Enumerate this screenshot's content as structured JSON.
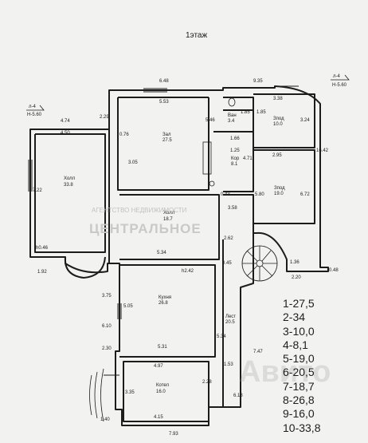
{
  "title": "1этаж",
  "markers": {
    "left": {
      "top": "л-4",
      "bottom": "Н-5.60"
    },
    "right": {
      "top": "л-4",
      "bottom": "Н-5.60"
    }
  },
  "watermark": {
    "top": "АГЕНТСТВО НЕДВИЖИМОСТИ",
    "main": "ЦЕНТРАЛЬНОЕ",
    "corner": "Авито"
  },
  "rooms": [
    {
      "id": "r-bath",
      "name": "Ван",
      "area": "3.4"
    },
    {
      "id": "r-hall-top",
      "name": "Зал",
      "area": "27.5"
    },
    {
      "id": "r-sleep1",
      "name": "Зпод",
      "area": "10.0"
    },
    {
      "id": "r-sleep2",
      "name": "Зпод",
      "area": "19.0"
    },
    {
      "id": "r-hall-left",
      "name": "Холл",
      "area": "33.8"
    },
    {
      "id": "r-coridor",
      "name": "Кор",
      "area": "8.1"
    },
    {
      "id": "r-entrance",
      "name": "Холл",
      "area": "18.7"
    },
    {
      "id": "r-kitchen",
      "name": "Кухня",
      "area": "26.8"
    },
    {
      "id": "r-stair",
      "name": "Лест",
      "area": "20.5"
    },
    {
      "id": "r-bottom",
      "name": "Котел",
      "area": "16.0"
    }
  ],
  "dimensions": [
    "6.48",
    "9.35",
    "5.53",
    "3.38",
    "2.29",
    "4.74",
    "4.50",
    "7.22",
    "5.46",
    "0.76",
    "3.05",
    "1.85",
    "1.85",
    "1.66",
    "1.25",
    "3.24",
    "4.71",
    "2.95",
    "16.42",
    "6.72",
    "0.43",
    "3.58",
    "5.80",
    "2.62",
    "h0.46",
    "1.92",
    "5.34",
    "0.45",
    "1.36",
    "2.20",
    "0.48",
    "h2.42",
    "3.75",
    "5.05",
    "6.10",
    "2.30",
    "5.31",
    "5.34",
    "7.47",
    "4.97",
    "1.53",
    "3.35",
    "2.28",
    "4.15",
    "6.18",
    "1.40",
    "7.93"
  ],
  "legend": [
    "1-27,5",
    "2-34",
    "3-10,0",
    "4-8,1",
    "5-19,0",
    "6-20,5",
    "7-18,7",
    "8-26,8",
    "9-16,0",
    "10-33,8"
  ],
  "colors": {
    "ink": "#1c1c1c",
    "paper": "#f2f2f0",
    "watermark": "#c9c9c9"
  }
}
